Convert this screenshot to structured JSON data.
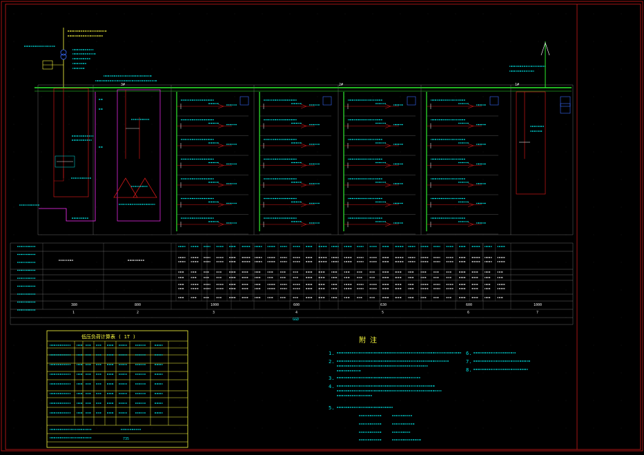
{
  "colors": {
    "background": "#000000",
    "frame": "#d01818",
    "bus": "#2ef02e",
    "wire": "#ff3030",
    "magenta": "#ff30ff",
    "cyan": "#00e5e5",
    "yellow": "#ffff40",
    "blue": "#3a6cff",
    "white": "#e8e8e8",
    "grid": "#6a6a6a"
  },
  "icons": [
    "transformer-icon",
    "breaker-icon",
    "capacitor-icon",
    "north-arrow-icon"
  ],
  "drawing": {
    "notes_title": "附 注",
    "note_numbers": [
      "1.",
      "2.",
      "3.",
      "4.",
      "5.",
      "6.",
      "7.",
      "8."
    ],
    "bus_segment_labels": [
      "3#",
      "2#",
      "1#"
    ],
    "row_header_groups": [
      "1",
      "2",
      "3",
      "4",
      "5",
      "6",
      "7"
    ],
    "bottom_total_label": "GGD",
    "table_row_values": [
      [
        "380",
        "800",
        "1000",
        "600",
        "630",
        "600",
        "1000"
      ]
    ],
    "calc_table_top_title": "低压负荷计算表 ( 1T )",
    "calc_table_footer": [
      "735"
    ]
  }
}
